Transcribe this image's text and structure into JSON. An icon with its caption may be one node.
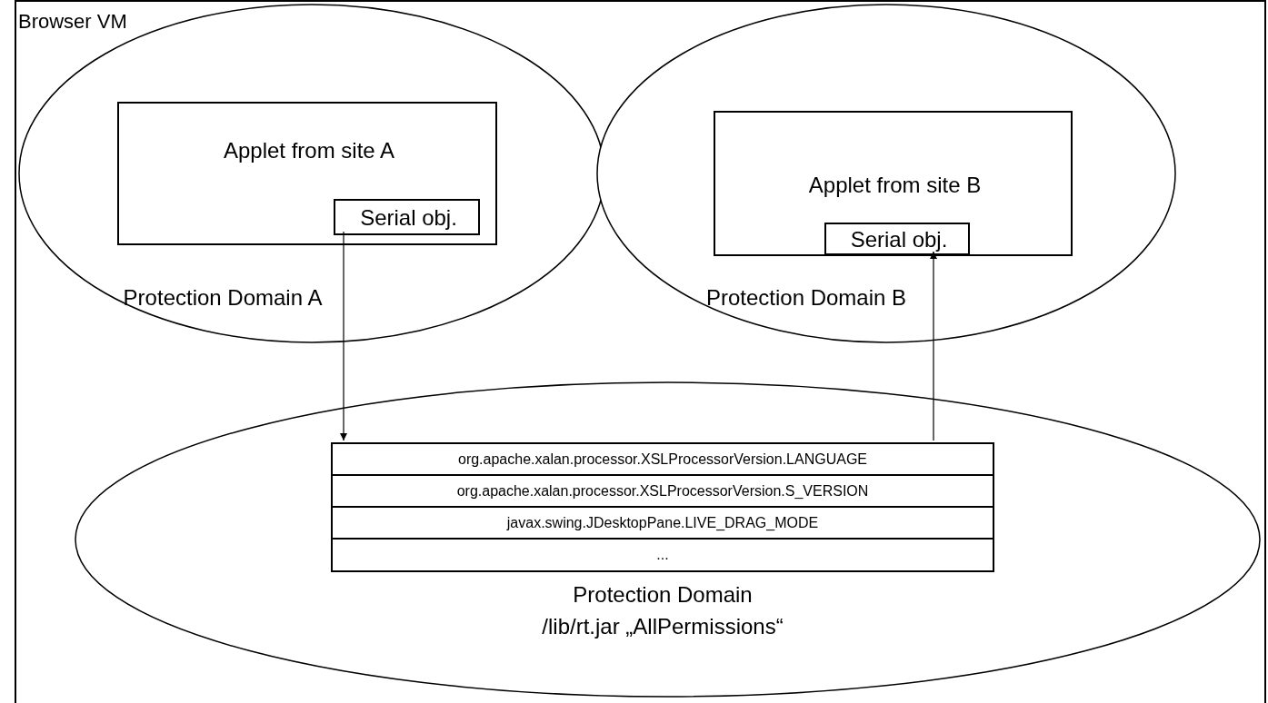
{
  "diagram": {
    "nodes": [
      {
        "text": [
          "Browser VM"
        ]
      },
      {
        "text": [
          "Protection Domain A"
        ],
        "in": 0
      },
      {
        "text": [
          "Applet from site A"
        ],
        "in": 1
      },
      {
        "text": [
          "Serial obj."
        ],
        "in": 2
      },
      {
        "text": [
          "Protection Domain B"
        ],
        "in": 0
      },
      {
        "text": [
          "Applet from site B"
        ],
        "in": 4
      },
      {
        "text": [
          "Serial obj."
        ],
        "in": 5
      },
      {
        "text": [
          "Protection Domain",
          "/lib/rt.jar „AllPermissions“"
        ],
        "in": 0
      },
      {
        "text": [],
        "shape": "box",
        "in": 7
      },
      {
        "text": [
          "org.apache.xalan.processor.XSLProcessorVersion.LANGUAGE"
        ],
        "in": 8
      },
      {
        "text": [
          "org.apache.xalan.processor.XSLProcessorVersion.S_VERSION"
        ],
        "in": 8
      },
      {
        "text": [
          "javax.swing.JDesktopPane.LIVE_DRAG_MODE"
        ],
        "in": 8
      },
      {
        "text": [
          "..."
        ],
        "in": 8
      }
    ],
    "edges": [
      {
        "from": 3,
        "to": 9,
        "arrow": "to"
      },
      {
        "from": 9,
        "to": 6,
        "arrow": "to"
      }
    ]
  }
}
